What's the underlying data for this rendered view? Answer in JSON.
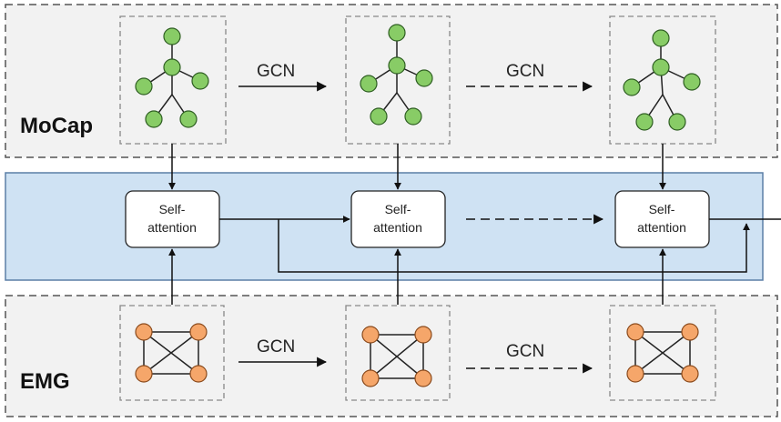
{
  "mocap": {
    "label": "MoCap",
    "gcn_label_1": "GCN",
    "gcn_label_2": "GCN"
  },
  "emg": {
    "label": "EMG",
    "gcn_label_1": "GCN",
    "gcn_label_2": "GCN"
  },
  "attention_blocks": [
    {
      "line1": "Self-",
      "line2": "attention"
    },
    {
      "line1": "Self-",
      "line2": "attention"
    },
    {
      "line1": "Self-",
      "line2": "attention"
    }
  ],
  "colors": {
    "mocap_node": "#88CC66",
    "emg_node": "#F5A66A",
    "attention_band": "#CFE2F3",
    "panel_fill": "#F2F2F2"
  }
}
